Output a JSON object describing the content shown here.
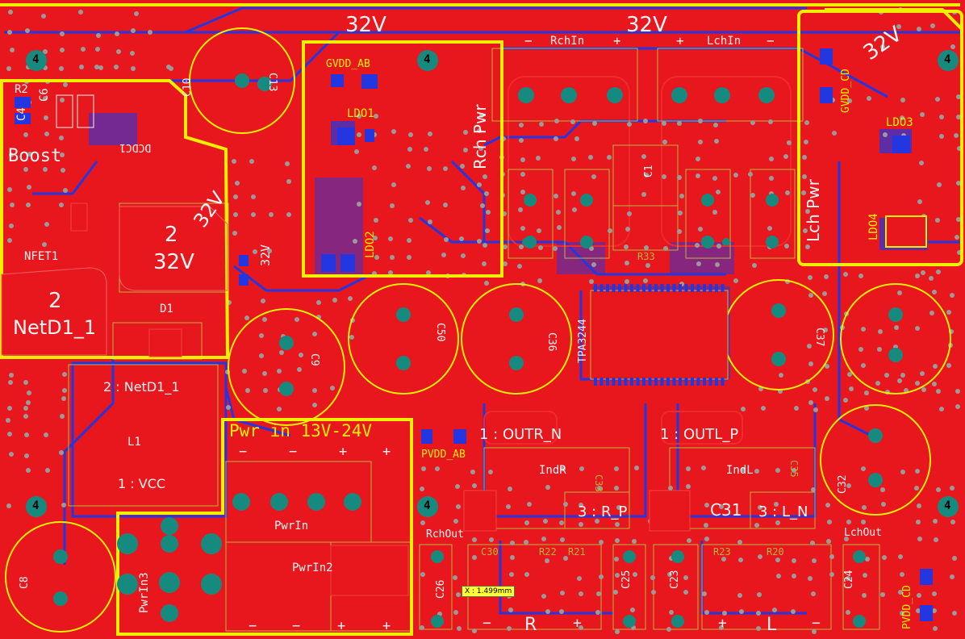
{
  "colors": {
    "copper_top": "#e8171d",
    "copper_bottom": "#2436e0",
    "silk": "#f0f000",
    "pad": "#178a80",
    "via": "#8a8a8a",
    "overlay_text": "#f4f4f4"
  },
  "board_labels": {
    "v32_top_left": "32V",
    "v32_top_mid": "32V",
    "v32_top_right": "32V",
    "v32_mid": "32V",
    "v32_mid2": "32V",
    "v32_small": "32V",
    "rch_in": "RchIn",
    "lch_in": "LchIn",
    "minus": "−",
    "plus": "+",
    "gvdd_ab": "GVDD_AB",
    "gvdd_cd": "GVDD_CD",
    "pvdd_ab": "PVDD_AB",
    "pvdd_cd": "PVDD_CD",
    "ldo1": "LDO1",
    "ldo2": "LDO2",
    "ldo3": "LDO3",
    "ldo4": "LDO4",
    "rch_pwr": "Rch Pwr",
    "lch_pwr": "Lch Pwr",
    "boost": "Boost",
    "dcdc1": "DCDC1",
    "nfet1": "NFET1",
    "d1": "D1",
    "net_2": "2",
    "netd1": "NetD1_1",
    "net_2b": "2",
    "net_32v": "32V",
    "l1": "L1",
    "net_2_netd1": "2 : NetD1_1",
    "net_1_vcc": "1 : VCC",
    "pwr_in": "Pwr in 13V-24V",
    "pwrin": "PwrIn",
    "pwrin2": "PwrIn2",
    "pwrin3": "PwrIn3",
    "ind_r": "IndR",
    "ind_l": "IndL",
    "outr_n": "1 : OUTR_N",
    "outl_p": "1 : OUTL_P",
    "r_p": "3 : R_P",
    "l_n": "3 : L_N",
    "rch_out": "RchOut",
    "lch_out": "LchOut",
    "r": "R",
    "l": "L",
    "tpa": "TPA3244",
    "c8": "C8",
    "c9": "C9",
    "c10": "C10",
    "c13": "C13",
    "c50": "C50",
    "c36": "C36",
    "c37": "C37",
    "c32": "C32",
    "c26": "C26",
    "c25": "C25",
    "c23": "C23",
    "c24": "C24",
    "c30": "C30",
    "c31": "C31",
    "c33": "C33",
    "c35": "C35",
    "c1": "C1",
    "c4": "C4",
    "c6": "C6",
    "r2": "R2",
    "r33": "R33",
    "r20": "R20",
    "r23": "R23",
    "r21": "R21",
    "r22": "R22",
    "hole": "4"
  },
  "measurement": {
    "readout": "X : 1.499mm"
  }
}
